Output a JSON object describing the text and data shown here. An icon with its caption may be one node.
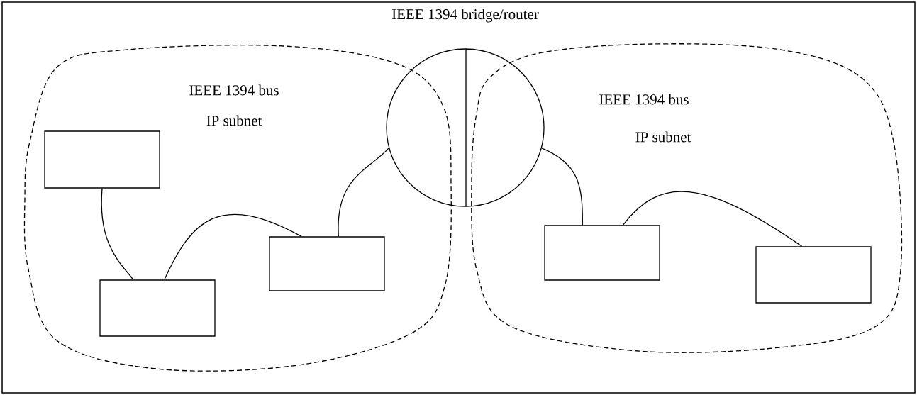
{
  "diagram": {
    "nodes": [
      {
        "text": [
          "IEEE 1394 bus",
          "IP subnet"
        ]
      },
      {
        "text": [],
        "shape": "box",
        "in": 0
      },
      {
        "text": [],
        "shape": "box",
        "in": 0
      },
      {
        "text": [],
        "shape": "box",
        "in": 0
      },
      {
        "text": [
          "IEEE 1394 bridge/router"
        ]
      },
      {
        "text": [
          "IEEE 1394 bus",
          "IP subnet"
        ]
      },
      {
        "text": [],
        "shape": "box",
        "in": 5
      },
      {
        "text": [],
        "shape": "box",
        "in": 5
      }
    ],
    "edges": [
      {
        "from": 1,
        "to": 2,
        "arrow": "none"
      },
      {
        "from": 2,
        "to": 3,
        "arrow": "none"
      },
      {
        "from": 3,
        "to": 4,
        "arrow": "none"
      },
      {
        "from": 4,
        "to": 6,
        "arrow": "none"
      },
      {
        "from": 6,
        "to": 7,
        "arrow": "none"
      }
    ]
  }
}
